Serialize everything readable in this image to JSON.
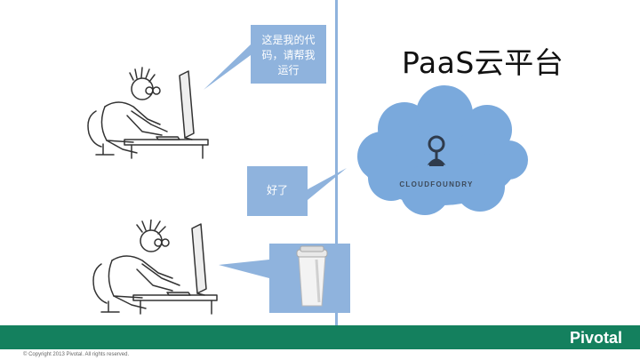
{
  "slide": {
    "title": "PaaS云平台",
    "dev_bubble_lines": [
      "这是我的代",
      "码，请帮我",
      "运行"
    ],
    "reply_bubble": "好了",
    "cloud_logo_text": "CLOUDFOUNDRY",
    "footer": {
      "brand": "Pivotal",
      "copyright": "© Copyright 2013 Pivotal. All rights reserved."
    }
  },
  "colors": {
    "bubble_blue": "#8fb3dd",
    "cloud_blue": "#7aa9dc",
    "footer_green": "#14805e"
  },
  "icons": {
    "developer_top": "developer-at-computer-icon",
    "developer_bottom": "developer-at-computer-icon",
    "coffee": "coffee-cup-icon",
    "cloud_foundry": "cloudfoundry-logo-icon"
  }
}
